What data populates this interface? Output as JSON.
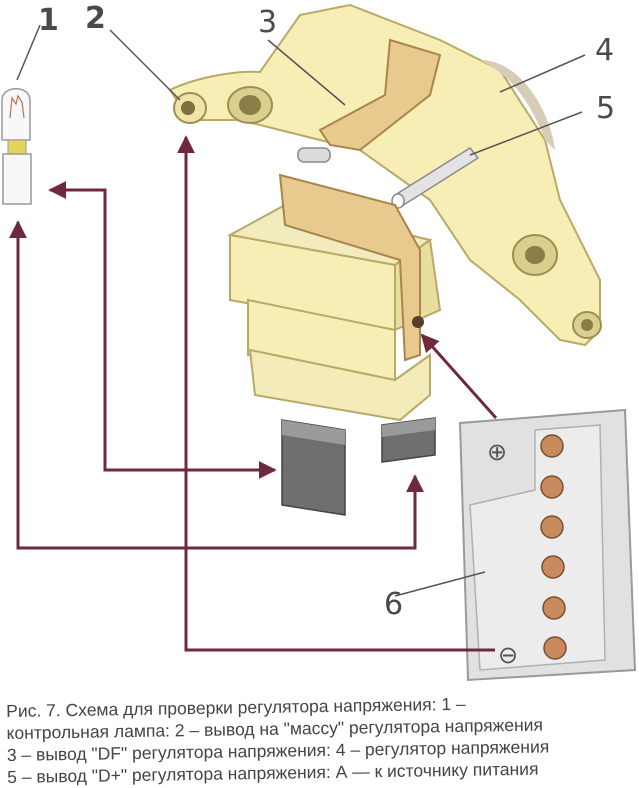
{
  "labels": {
    "lamp": "1",
    "ground_terminal": "2",
    "df_terminal": "3",
    "regulator": "4",
    "dplus_terminal": "5",
    "power_source": "6"
  },
  "battery_symbols": {
    "plus": "⊕",
    "minus": "⊖"
  },
  "caption": {
    "line1": "Рис. 7. Схема для проверки регулятора напряжения: 1 –",
    "line2": "контрольная лампа: 2 – вывод на \"массу\" регулятора напряжения",
    "line3": "3 – вывод \"DF\" регулятора напряжения: 4 – регулятор напряжения",
    "line4": "5 – вывод \"D+\" регулятора напряжения: А — к источнику питания"
  },
  "colors": {
    "regulator_body": "#f6eeb4",
    "bracket": "#e9ca8e",
    "wire": "#6e2a3c",
    "brush": "#6f6f6f",
    "power_box": "#e1e1e1",
    "terminal": "#c98b5e"
  }
}
